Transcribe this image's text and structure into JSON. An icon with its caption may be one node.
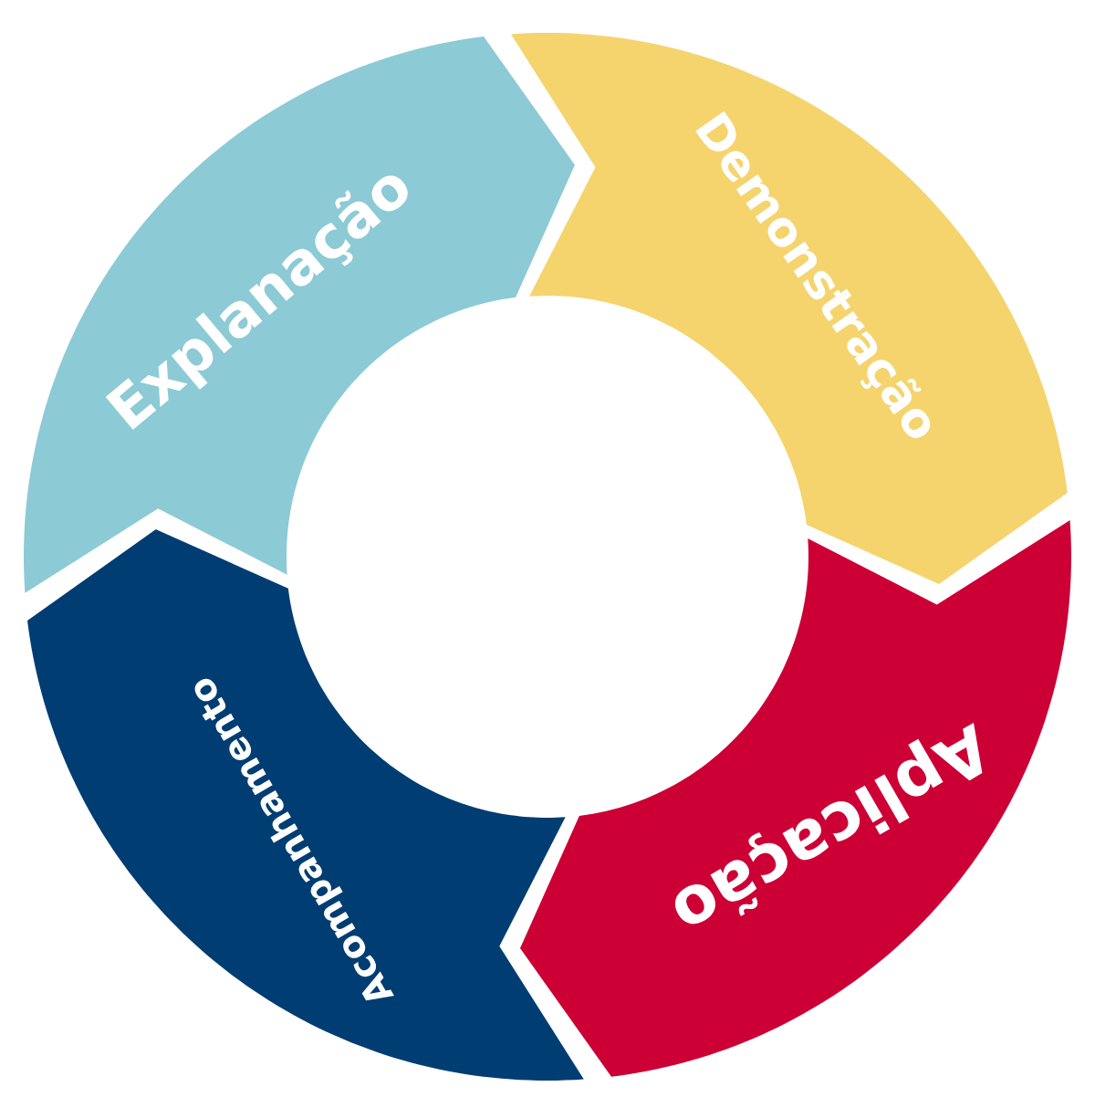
{
  "diagram": {
    "nodes": [
      {
        "text": [
          "Explanação"
        ]
      },
      {
        "text": [
          "Demonstração"
        ]
      },
      {
        "text": [
          "Aplicação"
        ]
      },
      {
        "text": [
          "Acompanhamento"
        ]
      }
    ]
  }
}
